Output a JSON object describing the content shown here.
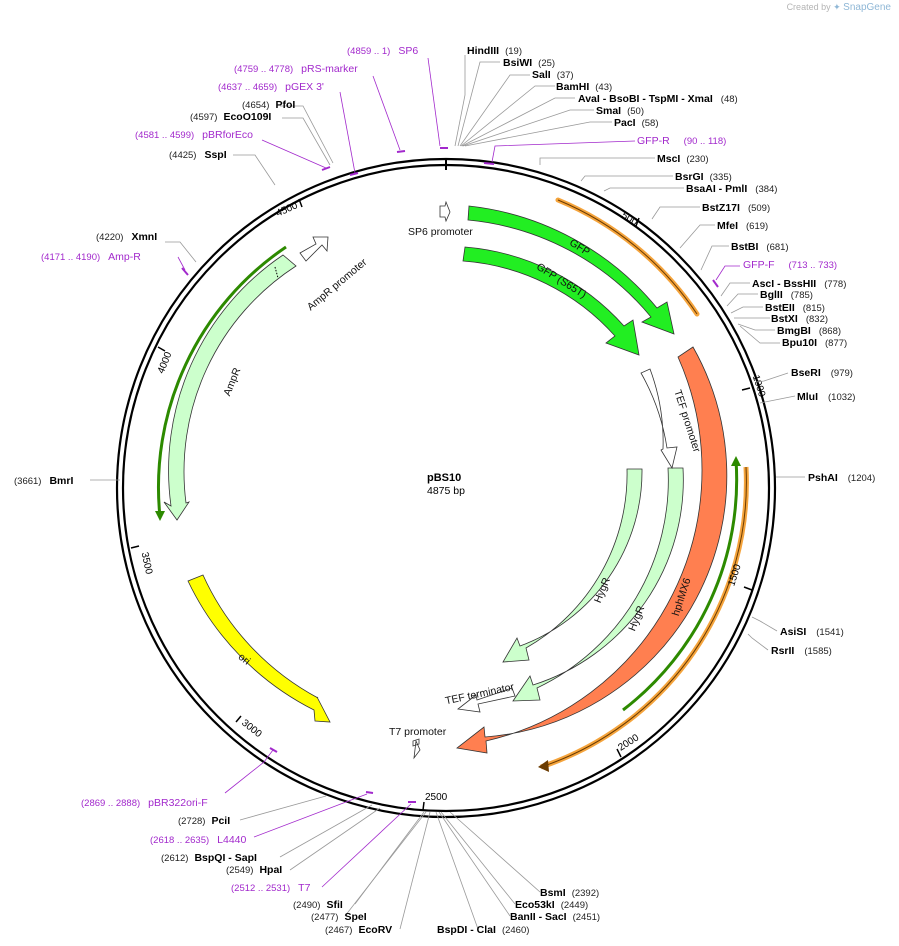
{
  "header": {
    "credit_prefix": "Created by",
    "brand": "SnapGene"
  },
  "plasmid": {
    "name": "pBS10",
    "length_label": "4875 bp",
    "length": 4875
  },
  "ticks": [
    "500",
    "1000",
    "1500",
    "2000",
    "2500",
    "3000",
    "3500",
    "4000",
    "4500"
  ],
  "enzymes": [
    {
      "name": "HindIII",
      "pos": "(19)"
    },
    {
      "name": "BsiWI",
      "pos": "(25)"
    },
    {
      "name": "SalI",
      "pos": "(37)"
    },
    {
      "name": "BamHI",
      "pos": "(43)"
    },
    {
      "name": "AvaI - BsoBI - TspMI - XmaI",
      "pos": "(48)"
    },
    {
      "name": "SmaI",
      "pos": "(50)"
    },
    {
      "name": "PacI",
      "pos": "(58)"
    },
    {
      "name": "MscI",
      "pos": "(230)"
    },
    {
      "name": "BsrGI",
      "pos": "(335)"
    },
    {
      "name": "BsaAI - PmlI",
      "pos": "(384)"
    },
    {
      "name": "BstZ17I",
      "pos": "(509)"
    },
    {
      "name": "MfeI",
      "pos": "(619)"
    },
    {
      "name": "BstBI",
      "pos": "(681)"
    },
    {
      "name": "AscI - BssHII",
      "pos": "(778)"
    },
    {
      "name": "BglII",
      "pos": "(785)"
    },
    {
      "name": "BstEII",
      "pos": "(815)"
    },
    {
      "name": "BstXI",
      "pos": "(832)"
    },
    {
      "name": "BmgBI",
      "pos": "(868)"
    },
    {
      "name": "Bpu10I",
      "pos": "(877)"
    },
    {
      "name": "BseRI",
      "pos": "(979)"
    },
    {
      "name": "MluI",
      "pos": "(1032)"
    },
    {
      "name": "PshAI",
      "pos": "(1204)"
    },
    {
      "name": "AsiSI",
      "pos": "(1541)"
    },
    {
      "name": "RsrII",
      "pos": "(1585)"
    },
    {
      "name": "BsmI",
      "pos": "(2392)"
    },
    {
      "name": "Eco53kI",
      "pos": "(2449)"
    },
    {
      "name": "BanII - SacI",
      "pos": "(2451)"
    },
    {
      "name": "BspDI - ClaI",
      "pos": "(2460)"
    },
    {
      "name": "EcoRV",
      "pos": "(2467)"
    },
    {
      "name": "SpeI",
      "pos": "(2477)"
    },
    {
      "name": "SfiI",
      "pos": "(2490)"
    },
    {
      "name": "HpaI",
      "pos": "(2549)"
    },
    {
      "name": "BspQI - SapI",
      "pos": "(2612)"
    },
    {
      "name": "PciI",
      "pos": "(2728)"
    },
    {
      "name": "BmrI",
      "pos": "(3661)"
    },
    {
      "name": "XmnI",
      "pos": "(4220)"
    },
    {
      "name": "SspI",
      "pos": "(4425)"
    },
    {
      "name": "EcoO109I",
      "pos": "(4597)"
    },
    {
      "name": "PfoI",
      "pos": "(4654)"
    }
  ],
  "primers": [
    {
      "name": "SP6",
      "pos": "(4859 .. 1)"
    },
    {
      "name": "pRS-marker",
      "pos": "(4759 .. 4778)"
    },
    {
      "name": "pGEX 3'",
      "pos": "(4637 .. 4659)"
    },
    {
      "name": "pBRforEco",
      "pos": "(4581 .. 4599)"
    },
    {
      "name": "GFP-R",
      "pos": "(90 .. 118)"
    },
    {
      "name": "GFP-F",
      "pos": "(713 .. 733)"
    },
    {
      "name": "Amp-R",
      "pos": "(4171 .. 4190)"
    },
    {
      "name": "pBR322ori-F",
      "pos": "(2869 .. 2888)"
    },
    {
      "name": "L4440",
      "pos": "(2618 .. 2635)"
    },
    {
      "name": "T7",
      "pos": "(2512 .. 2531)"
    }
  ],
  "features": [
    {
      "name": "SP6 promoter",
      "color": "#ffffff"
    },
    {
      "name": "GFP",
      "color": "#22ee22"
    },
    {
      "name": "GFP (S65T)",
      "color": "#22ee22"
    },
    {
      "name": "TEF promoter",
      "color": "#ffffff"
    },
    {
      "name": "hphMX6",
      "color": "#ff7f50"
    },
    {
      "name": "HygR",
      "color": "#ccffcc"
    },
    {
      "name": "HygR",
      "color": "#ccffcc"
    },
    {
      "name": "TEF terminator",
      "color": "#ffffff"
    },
    {
      "name": "T7 promoter",
      "color": "#ffffff"
    },
    {
      "name": "ori",
      "color": "#ffff00"
    },
    {
      "name": "AmpR",
      "color": "#ccffcc"
    },
    {
      "name": "AmpR promoter",
      "color": "#ffffff"
    }
  ],
  "colors": {
    "primer": "#a229cc",
    "orf_green": "#2d8a00",
    "orf_orange": "#f5a43c",
    "backbone": "#000000"
  }
}
